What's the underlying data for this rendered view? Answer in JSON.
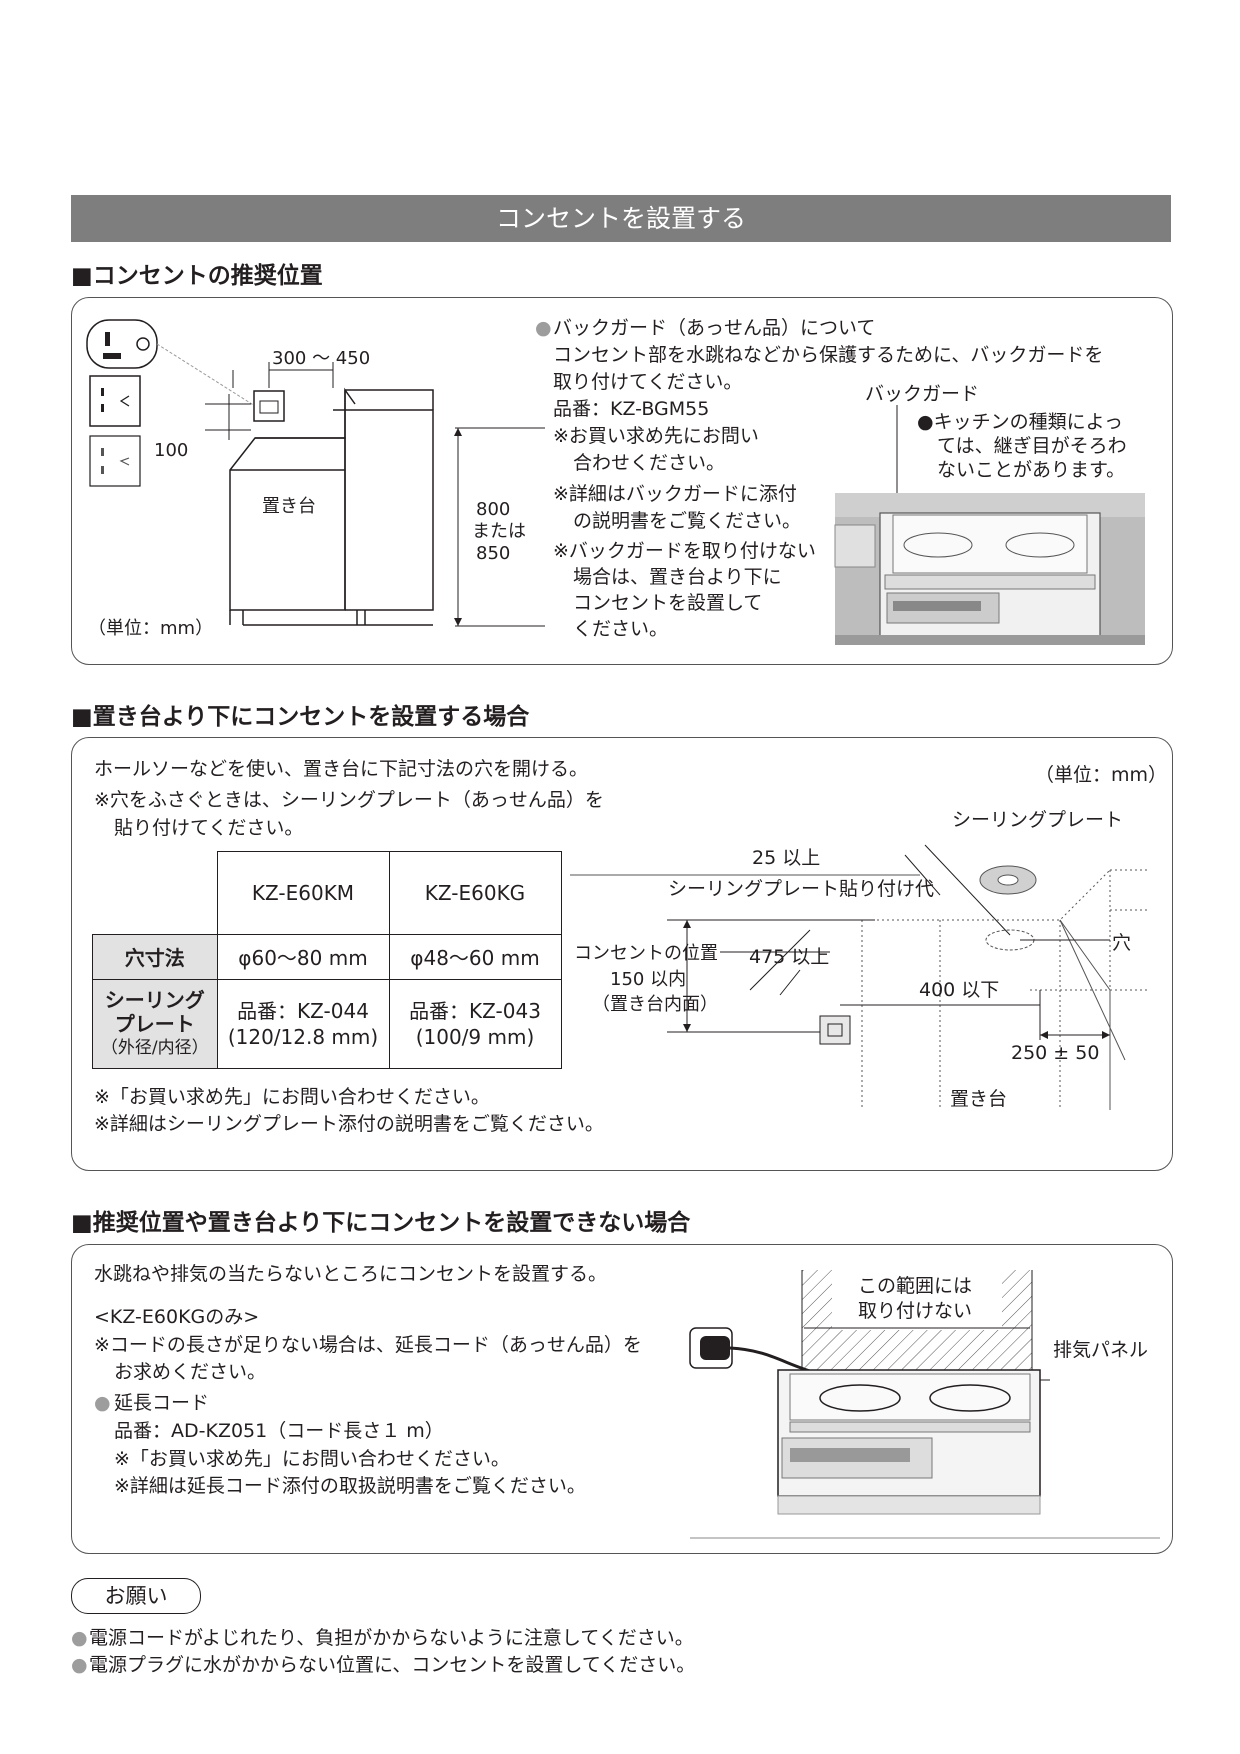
{
  "banner": "コンセントを設置する",
  "section1": {
    "title": "■コンセントの推奨位置",
    "diagram": {
      "dim_width": "300 ～ 450",
      "dim_100": "100",
      "dim_height_1": "800",
      "dim_height_2": "または",
      "dim_height_3": "850",
      "stand_label": "置き台",
      "unit": "（単位：mm）"
    },
    "note": {
      "bullet": "●",
      "line1": "バックガード（あっせん品）について",
      "line2": "コンセント部を水跳ねなどから保護するために、バックガードを",
      "line3": "取り付けてください。",
      "part": "品番：KZ-BGM55",
      "n1a": "※お買い求め先にお問い",
      "n1b": "合わせください。",
      "n2a": "※詳細はバックガードに添付",
      "n2b": "の説明書をご覧ください。",
      "n3a": "※バックガードを取り付けない",
      "n3b": "場合は、置き台より下に",
      "n3c": "コンセントを設置して",
      "n3d": "ください。"
    },
    "backguard": {
      "label": "バックガード",
      "c1": "●キッチンの種類によっ",
      "c2": "ては、継ぎ目がそろわ",
      "c3": "ないことがあります。"
    }
  },
  "section2": {
    "title": "■置き台より下にコンセントを設置する場合",
    "intro1": "ホールソーなどを使い、置き台に下記寸法の穴を開ける。",
    "intro2": "※穴をふさぐときは、シーリングプレート（あっせん品）を",
    "intro3": "貼り付けてください。",
    "table": {
      "col1": "KZ-E60KM",
      "col2": "KZ-E60KG",
      "row1_label": "穴寸法",
      "row1_v1": "φ60～80 mm",
      "row1_v2": "φ48～60 mm",
      "row2_label_1": "シーリング",
      "row2_label_2": "プレート",
      "row2_label_3": "（外径/内径）",
      "row2_v1a": "品番：KZ-044",
      "row2_v1b": "(120/12.8 mm)",
      "row2_v2a": "品番：KZ-043",
      "row2_v2b": "(100/9 mm)"
    },
    "foot1": "※「お買い求め先」にお問い合わせください。",
    "foot2": "※詳細はシーリングプレート添付の説明書をご覧ください。",
    "diagram": {
      "unit": "（単位：mm）",
      "seal_label": "シーリングプレート",
      "d25": "25 以上",
      "seal_area": "シーリングプレート貼り付け代",
      "outlet_pos_1": "コンセントの位置",
      "outlet_pos_2": "150 以内",
      "outlet_pos_3": "（置き台内面）",
      "d475": "475 以上",
      "d400": "400 以下",
      "hole": "穴",
      "d250": "250 ± 50",
      "stand": "置き台"
    }
  },
  "section3": {
    "title": "■推奨位置や置き台より下にコンセントを設置できない場合",
    "line1": "水跳ねや排気の当たらないところにコンセントを設置する。",
    "line2": "<KZ-E60KGのみ>",
    "line3": "※コードの長さが足りない場合は、延長コード（あっせん品）を",
    "line4": "お求めください。",
    "bullet": "●",
    "line5": "延長コード",
    "line6": "品番：AD-KZ051（コード長さ１ m）",
    "line7": "※「お買い求め先」にお問い合わせください。",
    "line8": "※詳細は延長コード添付の取扱説明書をご覧ください。",
    "diagram": {
      "no_install_1": "この範囲には",
      "no_install_2": "取り付けない",
      "exhaust": "排気パネル"
    }
  },
  "onegai": {
    "label": "お願い",
    "bullet": "●",
    "item1": "電源コードがよじれたり、負担がかからないように注意してください。",
    "item2": "電源プラグに水がかからない位置に、コンセントを設置してください。"
  }
}
